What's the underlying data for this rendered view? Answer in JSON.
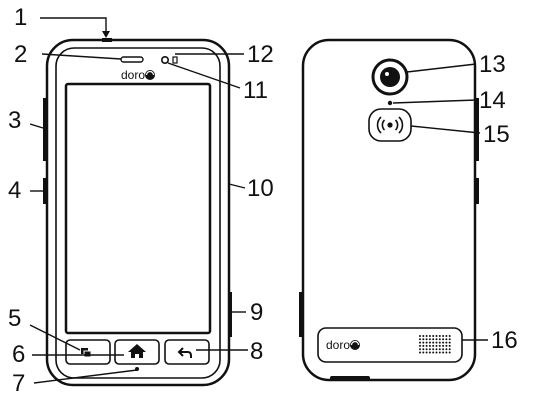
{
  "diagram": {
    "brand": "doro",
    "callouts": {
      "c1": "1",
      "c2": "2",
      "c3": "3",
      "c4": "4",
      "c5": "5",
      "c6": "6",
      "c7": "7",
      "c8": "8",
      "c9": "9",
      "c10": "10",
      "c11": "11",
      "c12": "12",
      "c13": "13",
      "c14": "14",
      "c15": "15",
      "c16": "16"
    },
    "icons": {
      "recent_apps": "recent-apps-icon",
      "home": "home-icon",
      "back": "back-arrow-icon",
      "assistance": "assistance-radio-waves-icon",
      "speaker": "speaker-grille-icon"
    },
    "colors": {
      "line": "#111111",
      "background": "#ffffff"
    }
  }
}
